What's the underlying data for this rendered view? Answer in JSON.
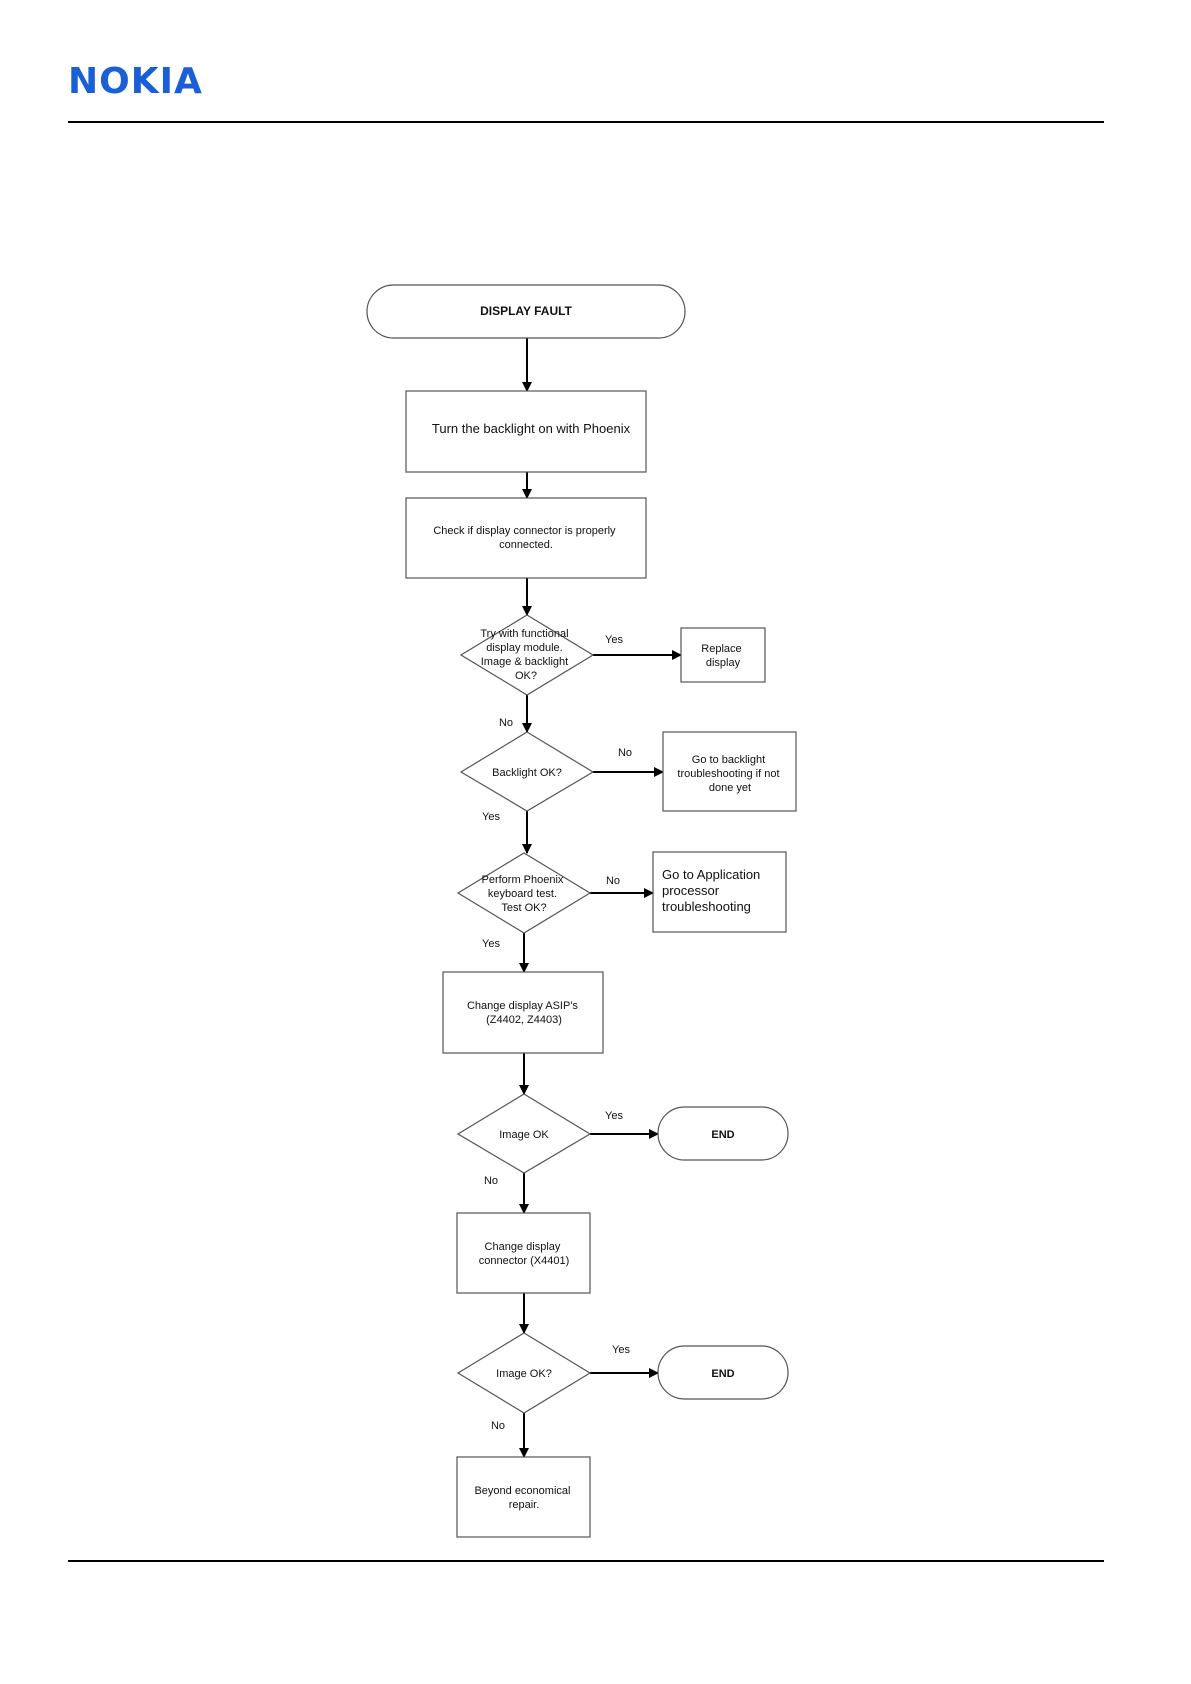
{
  "header": {
    "logo": "NOKIA"
  },
  "nodes": {
    "start": "DISPLAY FAULT",
    "backlight_on": "Turn the backlight on with Phoenix",
    "check_connector": [
      "Check if display connector is properly",
      "connected."
    ],
    "try_module": [
      "Try with functional",
      "display module.",
      "Image & backlight",
      "OK?"
    ],
    "replace_display": [
      "Replace",
      "display"
    ],
    "backlight_ok": "Backlight OK?",
    "go_backlight": [
      "Go to backlight",
      "troubleshooting if not",
      "done yet"
    ],
    "keyboard_test": [
      "Perform Phoenix",
      "keyboard test.",
      "Test OK?"
    ],
    "go_app": [
      "Go to Application",
      "processor",
      "troubleshooting"
    ],
    "change_asip": [
      "Change display ASIP's",
      "(Z4402, Z4403)"
    ],
    "image_ok_1": "Image OK",
    "end_1": "END",
    "change_connector": [
      "Change display",
      "connector (X4401)"
    ],
    "image_ok_2": "Image OK?",
    "end_2": "END",
    "beyond_repair": [
      "Beyond economical",
      "repair."
    ]
  },
  "edge_labels": {
    "try_yes": "Yes",
    "try_no": "No",
    "backlight_no": "No",
    "backlight_yes": "Yes",
    "keyboard_no": "No",
    "keyboard_yes": "Yes",
    "image1_yes": "Yes",
    "image1_no": "No",
    "image2_yes": "Yes",
    "image2_no": "No"
  }
}
